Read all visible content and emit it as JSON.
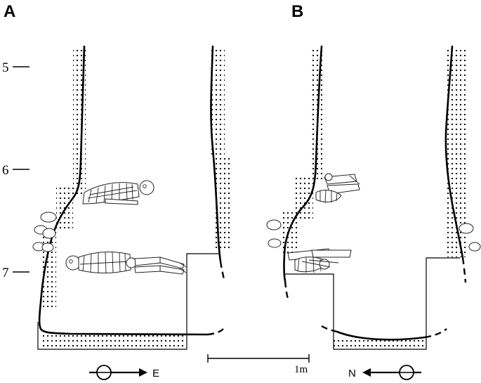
{
  "panels": [
    {
      "label": "A",
      "orientation_label": "E",
      "orientation_icon": "circle-arrow-east-icon"
    },
    {
      "label": "B",
      "orientation_label": "N",
      "orientation_icon": "circle-arrow-north-icon"
    }
  ],
  "depth_scale": {
    "ticks": [
      "5",
      "6",
      "7"
    ]
  },
  "scale_bar": {
    "label": "1m"
  },
  "colors": {
    "ink": "#000000",
    "background": "#ffffff"
  }
}
